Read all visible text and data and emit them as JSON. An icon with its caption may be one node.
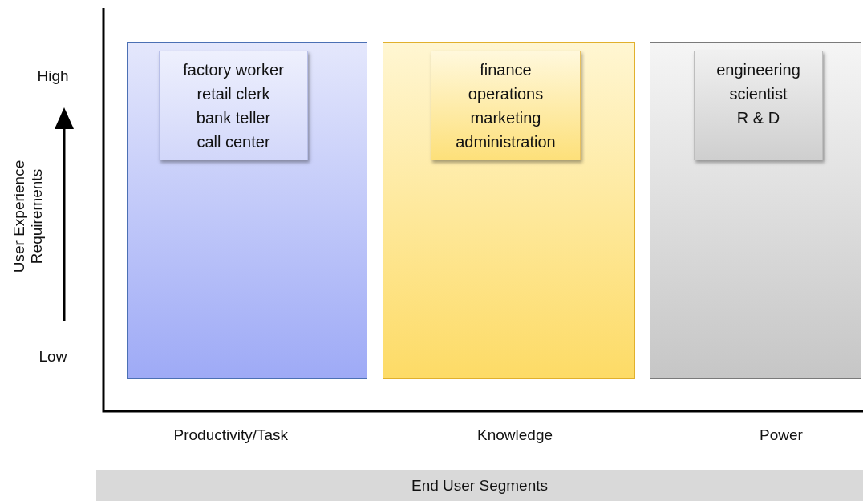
{
  "diagram": {
    "nodes": [
      {
        "text": [],
        "shape": "box"
      },
      {
        "text": [
          "factory worker",
          "retail clerk",
          "bank teller",
          "call center"
        ],
        "in": 0
      },
      {
        "text": [],
        "shape": "box"
      },
      {
        "text": [
          "finance",
          "operations",
          "marketing",
          "administration"
        ],
        "in": 2
      },
      {
        "text": [],
        "shape": "box"
      },
      {
        "text": [
          "engineering",
          "scientist",
          "R & D"
        ],
        "in": 4
      }
    ],
    "edges": [],
    "labels": [
      "High",
      "User Experience Requirements",
      "Low",
      "Productivity/Task",
      "Knowledge",
      "Power",
      "End User Segments"
    ]
  }
}
